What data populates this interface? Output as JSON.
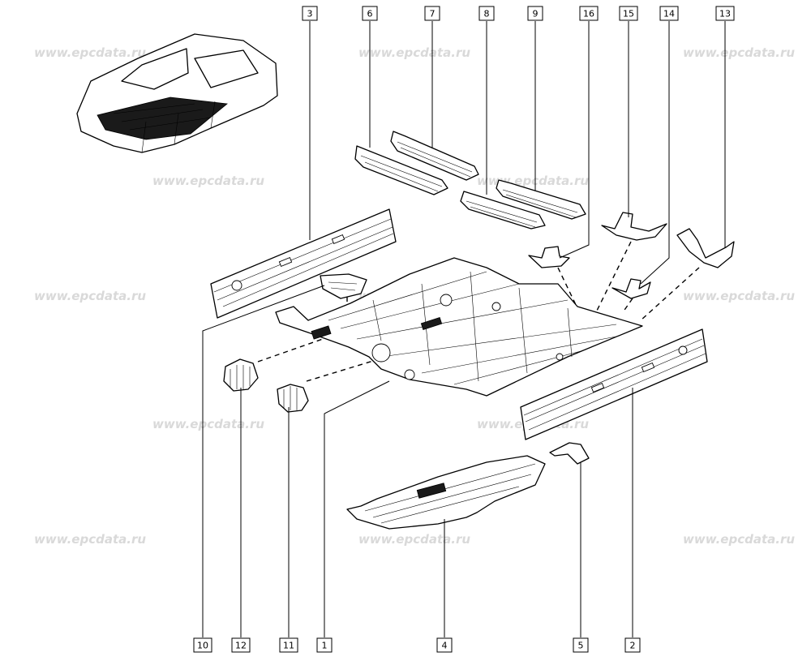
{
  "watermark_text": "www.epcdata.ru",
  "callouts": [
    {
      "id": "c3",
      "label": "3"
    },
    {
      "id": "c6",
      "label": "6"
    },
    {
      "id": "c7",
      "label": "7"
    },
    {
      "id": "c8",
      "label": "8"
    },
    {
      "id": "c9",
      "label": "9"
    },
    {
      "id": "c16",
      "label": "16"
    },
    {
      "id": "c15",
      "label": "15"
    },
    {
      "id": "c14",
      "label": "14"
    },
    {
      "id": "c13",
      "label": "13"
    },
    {
      "id": "c10",
      "label": "10"
    },
    {
      "id": "c12",
      "label": "12"
    },
    {
      "id": "c11",
      "label": "11"
    },
    {
      "id": "c1",
      "label": "1"
    },
    {
      "id": "c4",
      "label": "4"
    },
    {
      "id": "c5",
      "label": "5"
    },
    {
      "id": "c2",
      "label": "2"
    }
  ]
}
